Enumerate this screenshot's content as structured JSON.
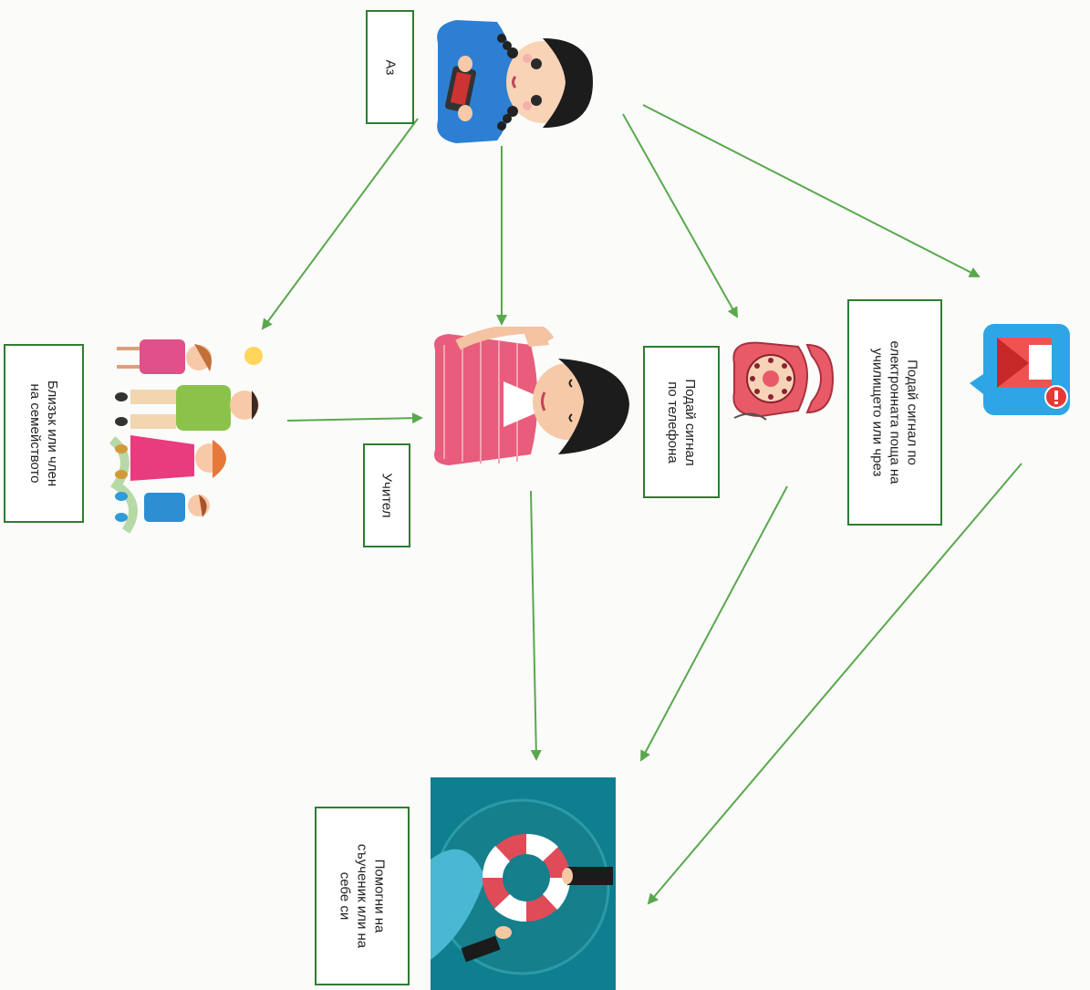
{
  "nodes": {
    "me": {
      "label": "Аз"
    },
    "family": {
      "lines": [
        "Близък или член",
        "на семейството"
      ]
    },
    "teacher": {
      "label": "Учител"
    },
    "phone": {
      "lines": [
        "Подай сигнал",
        "по телефона"
      ]
    },
    "email": {
      "lines": [
        "Подай сигнал по",
        "електронната поща на",
        "училището  или чрез"
      ]
    },
    "help": {
      "lines": [
        "Помогни на",
        "съученик или на",
        "себе си"
      ]
    }
  },
  "colors": {
    "arrow": "#5aa84d",
    "box_border": "#2f7d32"
  },
  "icons": [
    "girl-with-phone-icon",
    "family-icon",
    "teacher-icon",
    "rotary-phone-icon",
    "email-alert-icon",
    "lifebuoy-icon"
  ]
}
